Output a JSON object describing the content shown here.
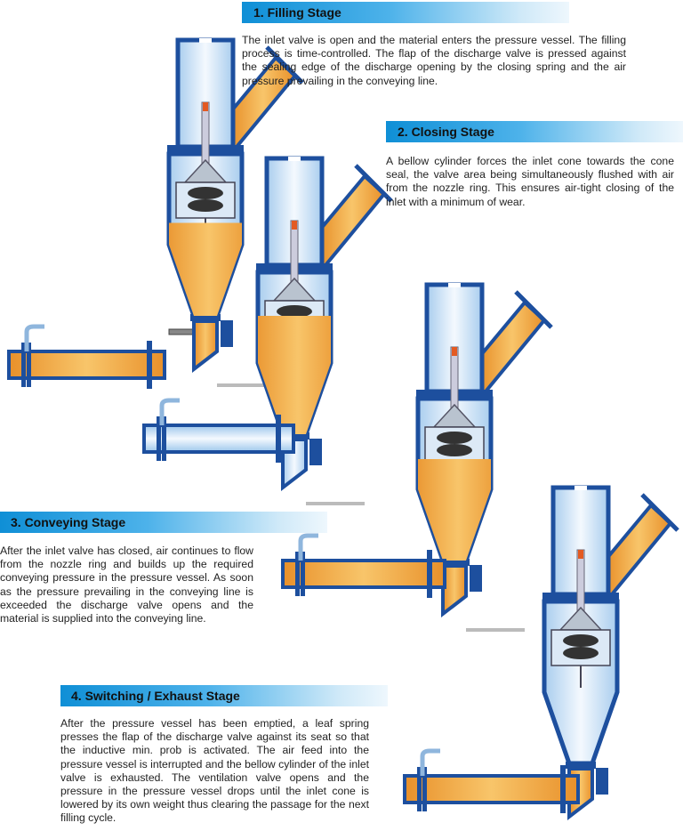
{
  "stages": [
    {
      "title": "1. Filling Stage",
      "text": "The inlet valve is open and the material enters the pressure vessel. The filling process is time-controlled. The flap of the discharge valve is pressed against the sealing edge of the discharge opening by the closing spring and the air pressure prevailing in the conveying line."
    },
    {
      "title": "2. Closing Stage",
      "text": "A bellow cylinder forces the inlet cone towards the cone seal, the valve area being simultaneously flushed with air from the nozzle ring. This ensures air-tight closing of the inlet with a minimum of wear."
    },
    {
      "title": "3. Conveying Stage",
      "text": "After the inlet valve has closed, air continues to flow from the nozzle ring and builds up the required conveying pressure in the pressure vessel. As soon as the pressure prevailing in the conveying line is exceeded the discharge valve opens and the material is supplied into the conveying line."
    },
    {
      "title": "4. Switching / Exhaust  Stage",
      "text": "After the pressure vessel has been emptied, a leaf spring presses the flap of the discharge valve against its seat so that the inductive min. prob is activated. The air feed into the pressure vessel is interrupted and the bellow cylinder of the inlet valve is exhausted. The ventilation valve opens and the pressure in the pressure vessel drops until the inlet cone is lowered by its own weight thus clearing the passage for the next filling cycle."
    }
  ],
  "colors": {
    "vessel_outline": "#1d4f9e",
    "material": "#f0a43a",
    "air": "#cfe6f7"
  }
}
